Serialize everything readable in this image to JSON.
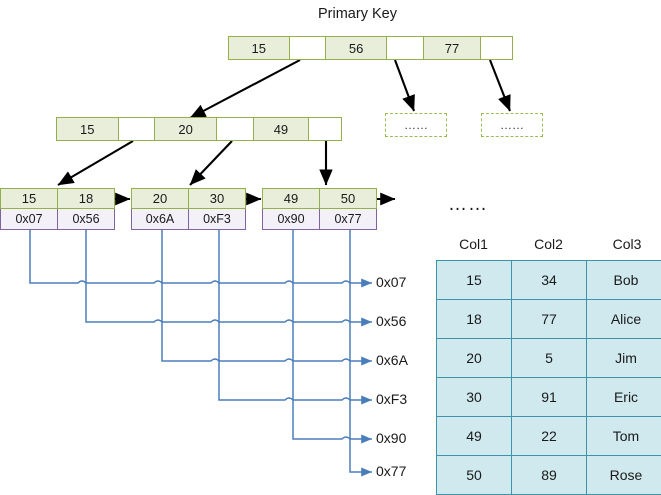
{
  "title": "Primary Key",
  "tree": {
    "root": {
      "cells": [
        {
          "type": "key",
          "label": "15"
        },
        {
          "type": "ptr",
          "label": ""
        },
        {
          "type": "key",
          "label": "56"
        },
        {
          "type": "ptr",
          "label": ""
        },
        {
          "type": "key",
          "label": "77"
        },
        {
          "type": "ptr",
          "label": ""
        }
      ]
    },
    "internal": {
      "cells": [
        {
          "type": "key",
          "label": "15"
        },
        {
          "type": "ptr",
          "label": ""
        },
        {
          "type": "key",
          "label": "20"
        },
        {
          "type": "ptr",
          "label": ""
        },
        {
          "type": "key",
          "label": "49"
        },
        {
          "type": "ptr",
          "label": ""
        }
      ]
    },
    "placeholders": [
      {
        "label": "……"
      },
      {
        "label": "……"
      }
    ],
    "leaves": [
      {
        "keys": [
          "15",
          "18"
        ],
        "pointers": [
          "0x07",
          "0x56"
        ]
      },
      {
        "keys": [
          "20",
          "30"
        ],
        "pointers": [
          "0x6A",
          "0xF3"
        ]
      },
      {
        "keys": [
          "49",
          "50"
        ],
        "pointers": [
          "0x90",
          "0x77"
        ]
      }
    ],
    "leaf_overflow_ellipsis": "……"
  },
  "address_labels": [
    "0x07",
    "0x56",
    "0x6A",
    "0xF3",
    "0x90",
    "0x77"
  ],
  "table": {
    "headers": [
      "Col1",
      "Col2",
      "Col3"
    ],
    "rows": [
      [
        "15",
        "34",
        "Bob"
      ],
      [
        "18",
        "77",
        "Alice"
      ],
      [
        "20",
        "5",
        "Jim"
      ],
      [
        "30",
        "91",
        "Eric"
      ],
      [
        "49",
        "22",
        "Tom"
      ],
      [
        "50",
        "89",
        "Rose"
      ]
    ]
  },
  "colors": {
    "key_fill": "#e9eedb",
    "key_border": "#94b04a",
    "pointer_fill": "#f3f0f8",
    "pointer_border": "#8064a2",
    "table_fill": "#cfe9ef",
    "table_border": "#3d93a8",
    "connector": "#4a7ebb",
    "arrow": "#000000"
  }
}
